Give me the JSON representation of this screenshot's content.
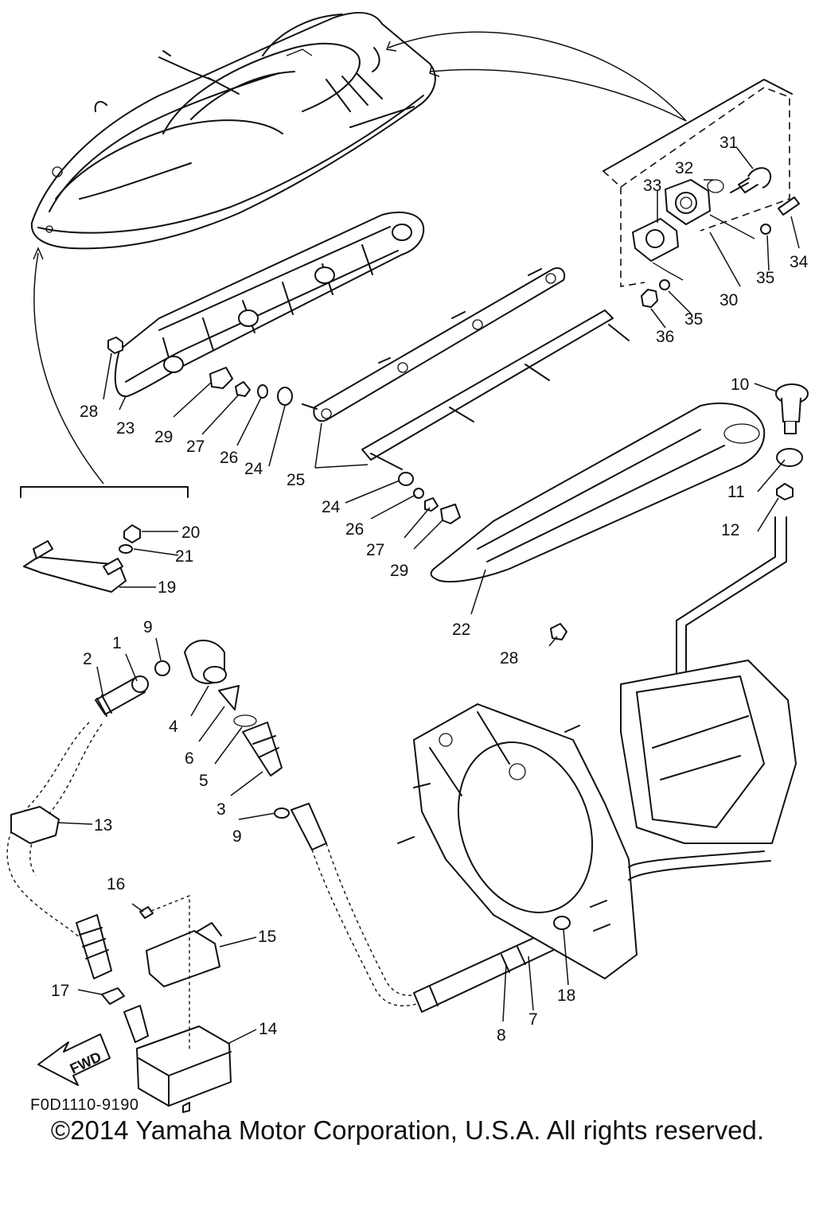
{
  "callouts": [
    "1",
    "2",
    "3",
    "4",
    "5",
    "6",
    "7",
    "8",
    "9",
    "9",
    "10",
    "11",
    "12",
    "13",
    "14",
    "15",
    "16",
    "17",
    "18",
    "19",
    "20",
    "21",
    "22",
    "23",
    "24",
    "24",
    "25",
    "26",
    "26",
    "27",
    "27",
    "28",
    "28",
    "29",
    "29",
    "30",
    "31",
    "32",
    "33",
    "34",
    "35",
    "35",
    "36"
  ],
  "fwd_label": "FWD",
  "figure_code": "F0D1110-9190",
  "copyright": "©2014 Yamaha Motor Corporation, U.S.A. All rights reserved."
}
